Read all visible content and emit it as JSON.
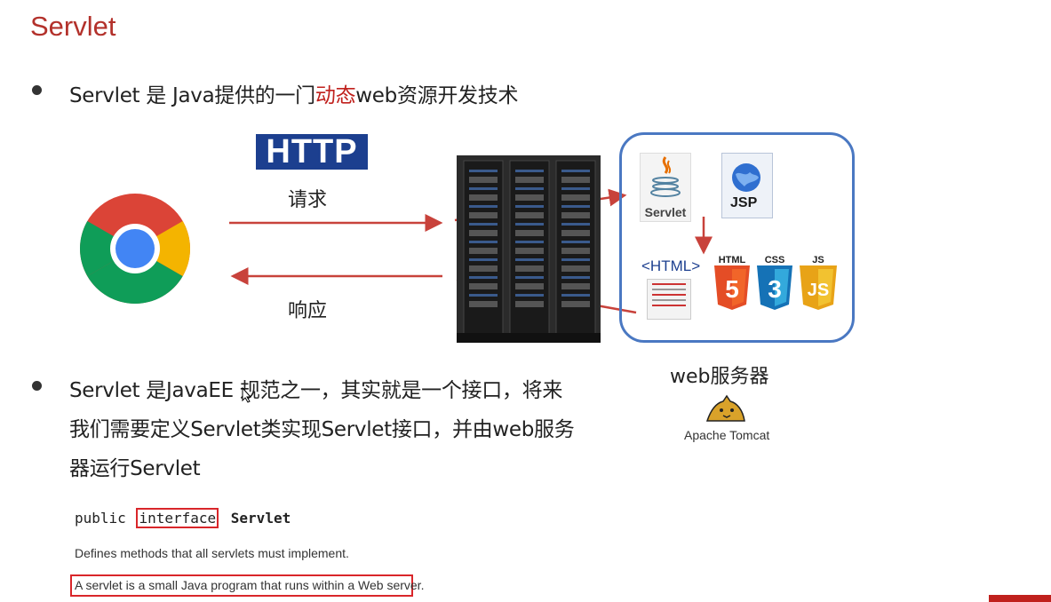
{
  "title": "Servlet",
  "bullet1": {
    "pre": "Servlet 是 Java提供的一门",
    "highlight": "动态",
    "post": "web资源开发技术"
  },
  "http_logo": "HTTP",
  "request_label": "请求",
  "response_label": "响应",
  "server_icons": {
    "servlet": "Servlet",
    "jsp": "JSP",
    "html": "<HTML>",
    "html5": "HTML",
    "css3": "CSS",
    "js": "JS"
  },
  "web_server_label": "web服务器",
  "tomcat_label": "Apache Tomcat",
  "bullet2": {
    "line1": "Servlet 是JavaEE 规范之一，其实就是一个接口，将来",
    "line2": "我们需要定义Servlet类实现Servlet接口，并由web服务",
    "line3": "器运行Servlet"
  },
  "code": {
    "public": "public",
    "interface": "interface",
    "name": "Servlet"
  },
  "doc_line1": "Defines methods that all servlets must implement.",
  "doc_line2": "A servlet is a small Java program that runs within a Web server."
}
